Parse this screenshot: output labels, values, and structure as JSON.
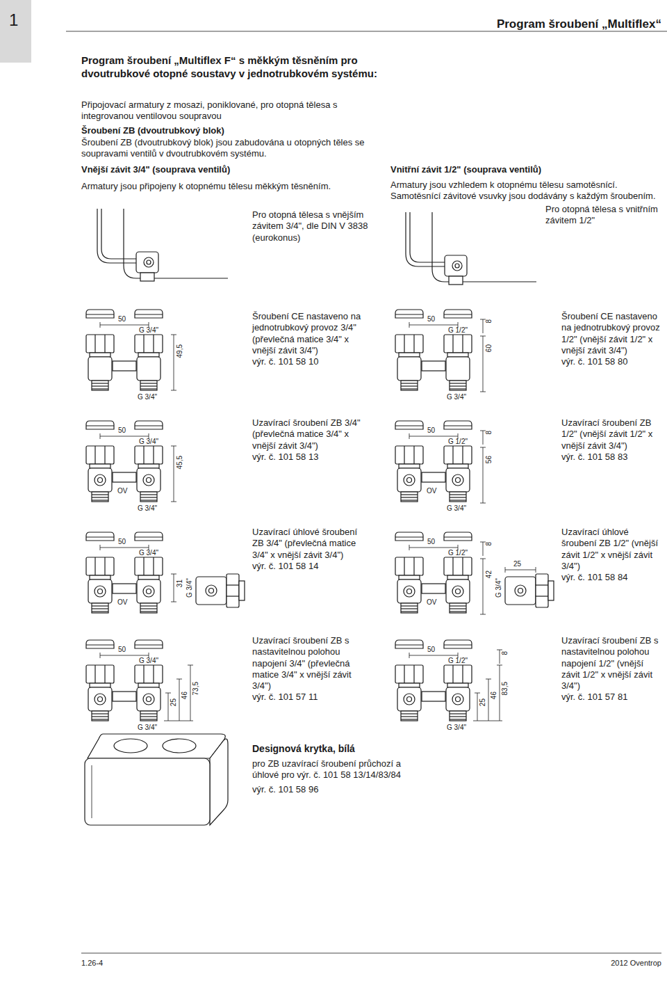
{
  "diagram": {
    "title": "Program šroubení „Multiflex“",
    "nodes": [
      {
        "text": [
          "1"
        ]
      }
    ],
    "labels": [
      "Program šroubení „Multiflex F“ s měkkým těsněním pro dvoutrubkové otopné soustavy v jednotrubkovém systému:",
      "Připojovací armatury z mosazi, poniklované, pro otopná tělesa s integrovanou ventilovou soupravou",
      "Šroubení ZB (dvoutrubkový blok)",
      "Šroubení ZB (dvoutrubkový blok) jsou zabudována u otopných těles se soupravami ventilů v dvoutrubkovém systému.",
      "Vnější závit 3/4\" (souprava ventilů)",
      "Armatury jsou připojeny k otopnému tělesu měkkým těsněním.",
      "Pro otopná tělesa s vnějším závitem 3/4\", dle DIN V 3838 (eurokonus)",
      "Vnitřní závit 1/2\" (souprava ventilů)",
      "Armatury jsou vzhledem k otopnému tělesu samotěsnící. Samotěsnící závitové vsuvky jsou dodávány s každým šroubením.",
      "Pro otopná tělesa s vnitřním závitem 1/2\"",
      "50",
      "G 3/4\"",
      "49,5",
      "G 3/4\"",
      "Šroubení CE nastaveno na jednotrubkový provoz 3/4\" (převlečná matice 3/4\" x vnější závit 3/4\")",
      "výr. č. 101 58 10",
      "50",
      "G 1/2\"",
      "8",
      "60",
      "G 3/4\"",
      "Šroubení CE nastaveno na jednotrubkový provoz 1/2\" (vnější závit 1/2\" x vnější závit 3/4\")",
      "výr. č. 101 58 80",
      "50",
      "G 3/4\"",
      "OV",
      "45,5",
      "G 3/4\"",
      "Uzavírací šroubení ZB 3/4\" (převlečná matice 3/4\" x vnější závit 3/4\")",
      "výr. č. 101 58 13",
      "50",
      "G 1/2\"",
      "8",
      "OV",
      "56",
      "G 3/4\"",
      "Uzavírací šroubení ZB 1/2\" (vnější závit 1/2\" x vnější závit 3/4\")",
      "výr. č. 101 58 83",
      "G 3/4\"",
      "50",
      "OV",
      "31",
      "G 3/4\"",
      "Uzavírací úhlové šroubení ZB 3/4\" (převlečná matice 3/4\" x vnější závit 3/4\")",
      "výr. č. 101 58 14",
      "50",
      "G 1/2\"",
      "8",
      "25",
      "OV",
      "42",
      "G 3/4\"",
      "Uzavírací úhlové šroubení ZB 1/2\" (vnější závit 1/2\" x vnější závit 3/4\")",
      "výr. č. 101 58 84",
      "50",
      "G 3/4\"",
      "25",
      "46",
      "73,5",
      "G 3/4\"",
      "Uzavírací šroubení ZB s nastavitelnou polohou napojení 3/4\" (převlečná matice 3/4\" x vnější závit 3/4\")",
      "výr. č. 101 57 11",
      "50",
      "G 1/2\"",
      "8",
      "25",
      "46",
      "83,5",
      "G 3/4\"",
      "Uzavírací šroubení ZB s nastavitelnou polohou napojení 1/2\" (vnější závit 1/2\" x vnější závit 3/4\")",
      "výr. č. 101 57 81",
      "Designová krytka, bílá",
      "pro ZB uzavírací šroubení průchozí a úhlové pro výr. č. 101 58 13/14/83/84",
      "výr. č. 101 58 96",
      "1.26-4",
      "2012 Oventrop"
    ]
  }
}
